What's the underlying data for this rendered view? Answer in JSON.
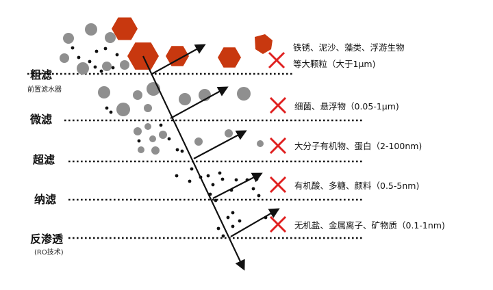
{
  "stages": [
    {
      "label": "粗滤",
      "sub": "前置滤水器"
    },
    {
      "label": "微滤",
      "sub": ""
    },
    {
      "label": "超滤",
      "sub": ""
    },
    {
      "label": "纳滤",
      "sub": ""
    },
    {
      "label": "反渗透",
      "sub": "(RO技术)"
    }
  ],
  "notes": [
    {
      "lines": [
        "铁锈、泥沙、藻类、浮游生物",
        "等大颗粒（大于1μm)"
      ]
    },
    {
      "lines": [
        "细菌、悬浮物（0.05-1μm)"
      ]
    },
    {
      "lines": [
        "大分子有机物、蛋白（2-100nm)"
      ]
    },
    {
      "lines": [
        "有机酸、多糖、颜料（0.5-5nm)"
      ]
    },
    {
      "lines": [
        "无机盐、金属离子、矿物质（0.1-1nm)"
      ]
    }
  ],
  "colors": {
    "hexagon": "#c8380f",
    "grey_particle": "#8f8f8f",
    "cross": "#e02020",
    "line": "#111111"
  }
}
